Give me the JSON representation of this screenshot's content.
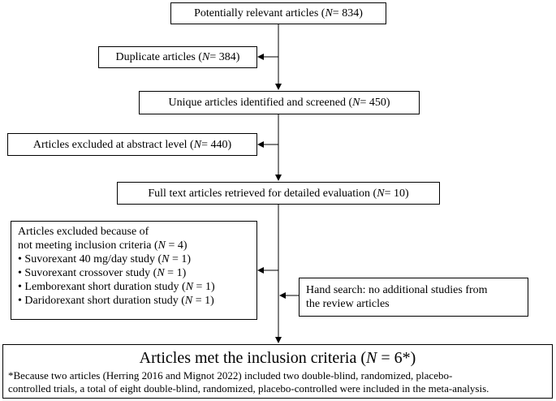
{
  "n_symbol": "N",
  "potentially_relevant": {
    "label": "Potentially relevant articles (",
    "eq": " = 834)"
  },
  "duplicates": {
    "label": "Duplicate articles (",
    "eq": " = 384)"
  },
  "unique": {
    "label": "Unique articles identified and screened (",
    "eq": " = 450)"
  },
  "excluded_abstract": {
    "label": "Articles excluded at abstract level (",
    "eq": " = 440)"
  },
  "full_text": {
    "label": "Full text articles retrieved for detailed evaluation (",
    "eq": " = 10)"
  },
  "excluded_criteria": {
    "line1": "Articles excluded because of",
    "line2_label": "not meeting inclusion criteria (",
    "line2_eq": " = 4)",
    "items": [
      {
        "label": "• Suvorexant 40 mg/day study (",
        "eq": " = 1)"
      },
      {
        "label": "• Suvorexant crossover study (",
        "eq": " = 1)"
      },
      {
        "label": "• Lemborexant short duration study (",
        "eq": " = 1)"
      },
      {
        "label": "• Daridorexant short duration study (",
        "eq": " = 1)"
      }
    ]
  },
  "hand_search": {
    "line1": "Hand search: no additional studies from",
    "line2": "the review articles"
  },
  "final": {
    "title_label": "Articles met the inclusion criteria (",
    "title_eq": " = 6*)",
    "note_line1": "*Because two articles (Herring 2016 and Mignot 2022) included two double-blind, randomized, placebo-",
    "note_line2": "controlled trials, a total of eight double-blind, randomized, placebo-controlled were included in the meta-analysis."
  }
}
